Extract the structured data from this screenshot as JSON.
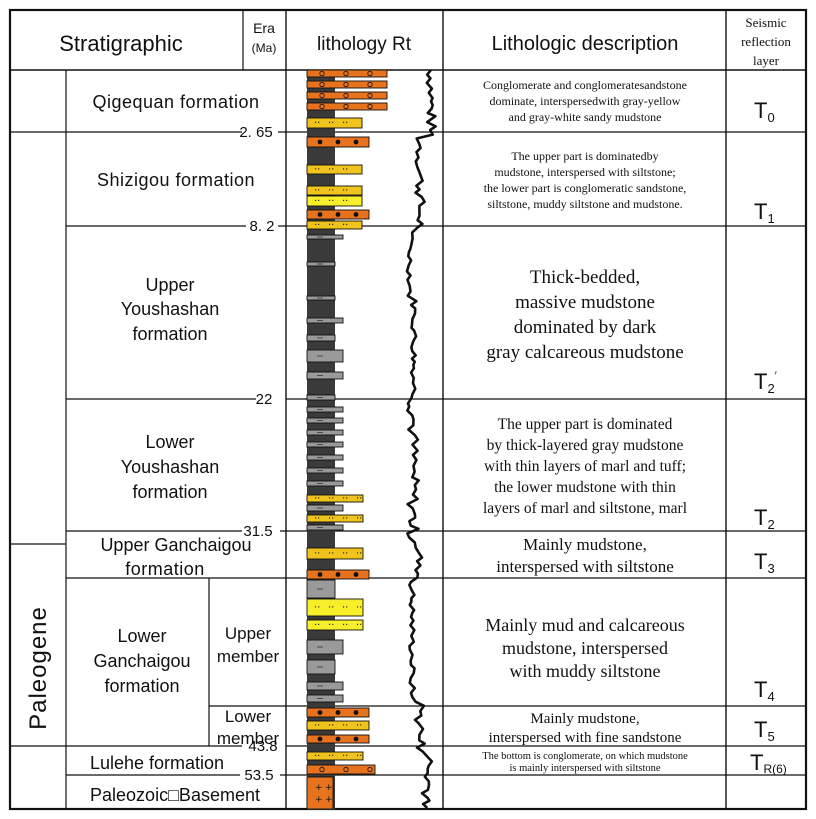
{
  "header": {
    "stratigraphic": "Stratigraphic",
    "era": "Era",
    "era_unit": "(Ma)",
    "lithology": "lithology Rt",
    "description": "Lithologic description",
    "seismic_1": "Seismic",
    "seismic_2": "reflection",
    "seismic_3": "layer"
  },
  "system": {
    "paleogene": "Paleogene"
  },
  "formations": [
    {
      "name": "Qigequan formation"
    },
    {
      "name": "Shizigou formation"
    },
    {
      "name_1": "Upper",
      "name_2": "Youshashan",
      "name_3": "formation"
    },
    {
      "name_1": "Lower",
      "name_2": "Youshashan",
      "name_3": "formation"
    },
    {
      "name_1": "Upper  Ganchaigou",
      "name_2": "formation"
    },
    {
      "name_1": "Lower",
      "name_2": "Ganchaigou",
      "name_3": "formation"
    },
    {
      "name": "Lulehe formation"
    },
    {
      "name": "Paleozoic□Basement"
    }
  ],
  "members": {
    "upper_1": "Upper",
    "upper_2": "member",
    "lower_1": "Lower",
    "lower_2": "member"
  },
  "ages": [
    "2. 65",
    "8. 2",
    "22",
    "31.5",
    "43.8",
    "53.5"
  ],
  "descriptions": [
    {
      "lines": [
        "Conglomerate and conglomeratesandstone",
        "dominate, interspersedwith gray-yellow",
        "and gray-white sandy mudstone"
      ]
    },
    {
      "lines": [
        "The upper part is dominatedby",
        "mudstone, interspersed with siltstone;",
        "the lower part  is conglomeratic sandstone,",
        "siltstone, muddy siltstone and mudstone."
      ]
    },
    {
      "lines": [
        "Thick-bedded,",
        "massive mudstone",
        "dominated by dark",
        "gray calcareous mudstone"
      ]
    },
    {
      "lines": [
        "The upper part is dominated",
        "by thick-layered gray mudstone",
        "with thin layers of marl and tuff;",
        "the lower mudstone with thin",
        "layers of marl and siltstone, marl"
      ]
    },
    {
      "lines": [
        "Mainly mudstone,",
        "interspersed  with  siltstone"
      ]
    },
    {
      "lines": [
        "Mainly mud and calcareous",
        "mudstone, interspersed",
        "with muddy siltstone"
      ]
    },
    {
      "lines": [
        "Mainly mudstone,",
        "interspersed with fine sandstone"
      ]
    },
    {
      "lines": [
        "The bottom is conglomerate, on which mudstone",
        "is mainly interspersed with siltstone"
      ]
    }
  ],
  "seismic": [
    {
      "main": "T",
      "sub": "0",
      "sup": ""
    },
    {
      "main": "T",
      "sub": "1",
      "sup": ""
    },
    {
      "main": "T",
      "sub": "2",
      "sup": "′"
    },
    {
      "main": "T",
      "sub": "2",
      "sup": ""
    },
    {
      "main": "T",
      "sub": "3",
      "sup": ""
    },
    {
      "main": "T",
      "sub": "4",
      "sup": ""
    },
    {
      "main": "T",
      "sub": "5",
      "sup": ""
    },
    {
      "main": "T",
      "sub": "R(6)",
      "sup": ""
    }
  ],
  "colors": {
    "conglomerate": "#e8731f",
    "sandstone": "#f0c41c",
    "siltstone": "#f7ef2a",
    "mudstone_dark": "#3a3a3a",
    "mudstone_gray": "#9a9a9a",
    "line": "#111111"
  }
}
